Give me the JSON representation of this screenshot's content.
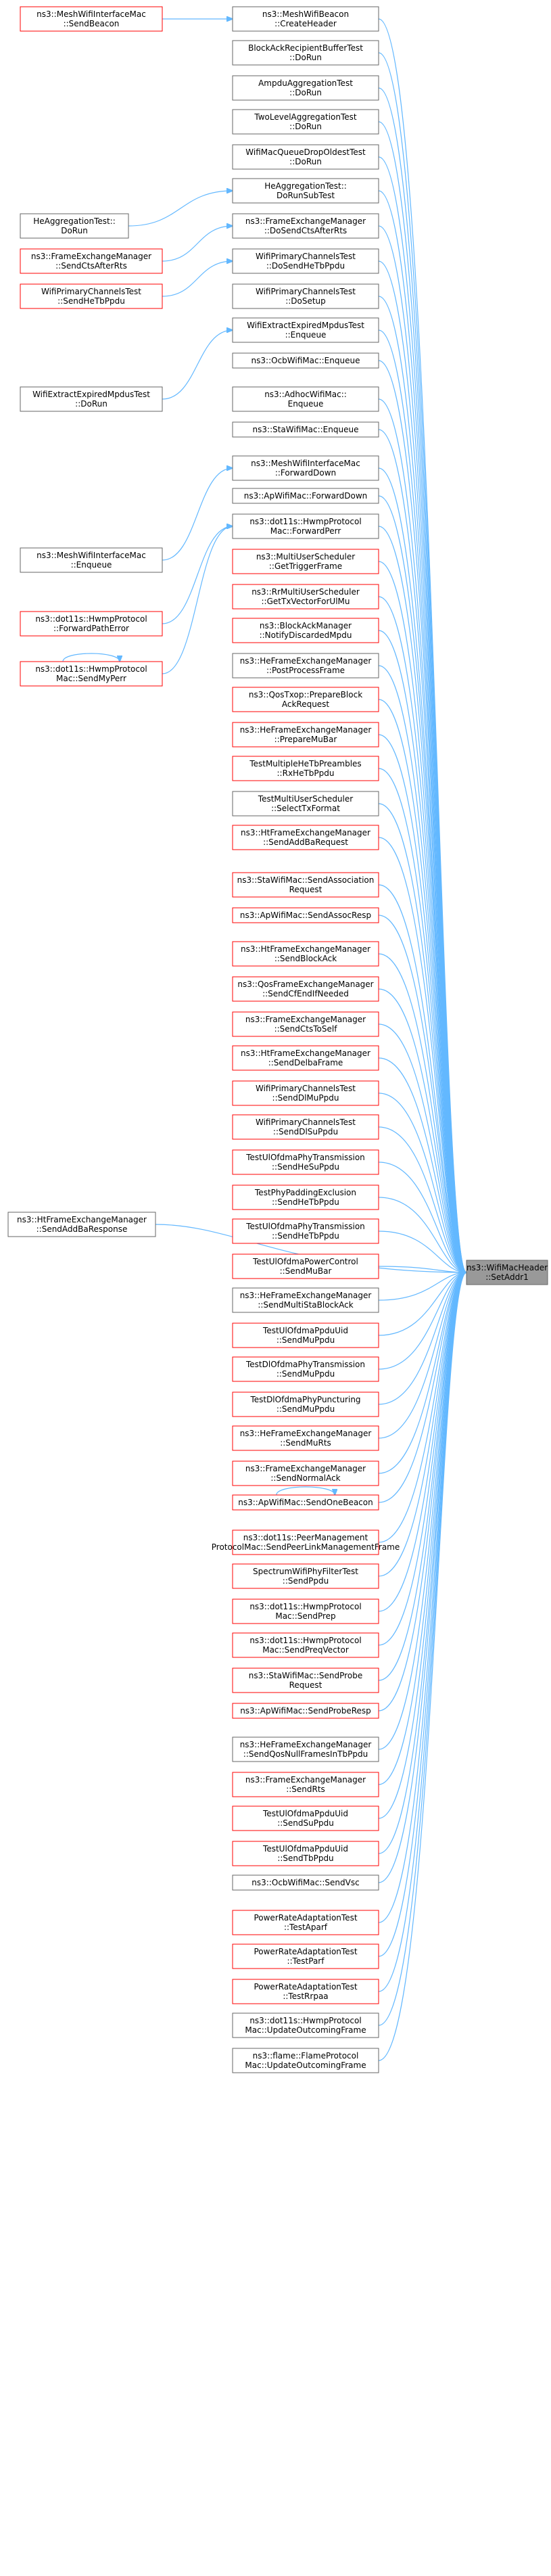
{
  "graph": {
    "target": {
      "id": "target",
      "lines": [
        "ns3::WifiMacHeader",
        "::SetAddr1"
      ]
    },
    "nodes": [
      {
        "id": "n1",
        "lines": [
          "ns3::MeshWifiBeacon",
          "::CreateHeader"
        ],
        "style": "normal"
      },
      {
        "id": "n2",
        "lines": [
          "BlockAckRecipientBufferTest",
          "::DoRun"
        ],
        "style": "normal"
      },
      {
        "id": "n3",
        "lines": [
          "AmpduAggregationTest",
          "::DoRun"
        ],
        "style": "normal"
      },
      {
        "id": "n4",
        "lines": [
          "TwoLevelAggregationTest",
          "::DoRun"
        ],
        "style": "normal"
      },
      {
        "id": "n5",
        "lines": [
          "WifiMacQueueDropOldestTest",
          "::DoRun"
        ],
        "style": "normal"
      },
      {
        "id": "n6",
        "lines": [
          "HeAggregationTest::",
          "DoRunSubTest"
        ],
        "style": "normal"
      },
      {
        "id": "n7",
        "lines": [
          "ns3::FrameExchangeManager",
          "::DoSendCtsAfterRts"
        ],
        "style": "normal"
      },
      {
        "id": "n8",
        "lines": [
          "WifiPrimaryChannelsTest",
          "::DoSendHeTbPpdu"
        ],
        "style": "normal"
      },
      {
        "id": "n9",
        "lines": [
          "WifiPrimaryChannelsTest",
          "::DoSetup"
        ],
        "style": "normal"
      },
      {
        "id": "n10",
        "lines": [
          "WifiExtractExpiredMpdusTest",
          "::Enqueue"
        ],
        "style": "normal"
      },
      {
        "id": "n11",
        "lines": [
          "ns3::OcbWifiMac::Enqueue"
        ],
        "style": "normal"
      },
      {
        "id": "n12",
        "lines": [
          "ns3::AdhocWifiMac::",
          "Enqueue"
        ],
        "style": "normal"
      },
      {
        "id": "n13",
        "lines": [
          "ns3::StaWifiMac::Enqueue"
        ],
        "style": "normal"
      },
      {
        "id": "n14",
        "lines": [
          "ns3::MeshWifiInterfaceMac",
          "::ForwardDown"
        ],
        "style": "normal"
      },
      {
        "id": "n15",
        "lines": [
          "ns3::ApWifiMac::ForwardDown"
        ],
        "style": "normal"
      },
      {
        "id": "n16",
        "lines": [
          "ns3::dot11s::HwmpProtocol",
          "Mac::ForwardPerr"
        ],
        "style": "normal"
      },
      {
        "id": "n17",
        "lines": [
          "ns3::MultiUserScheduler",
          "::GetTriggerFrame"
        ],
        "style": "red"
      },
      {
        "id": "n18",
        "lines": [
          "ns3::RrMultiUserScheduler",
          "::GetTxVectorForUlMu"
        ],
        "style": "red"
      },
      {
        "id": "n19",
        "lines": [
          "ns3::BlockAckManager",
          "::NotifyDiscardedMpdu"
        ],
        "style": "red"
      },
      {
        "id": "n20",
        "lines": [
          "ns3::HeFrameExchangeManager",
          "::PostProcessFrame"
        ],
        "style": "normal"
      },
      {
        "id": "n21",
        "lines": [
          "ns3::QosTxop::PrepareBlock",
          "AckRequest"
        ],
        "style": "red"
      },
      {
        "id": "n22",
        "lines": [
          "ns3::HeFrameExchangeManager",
          "::PrepareMuBar"
        ],
        "style": "red"
      },
      {
        "id": "n23",
        "lines": [
          "TestMultipleHeTbPreambles",
          "::RxHeTbPpdu"
        ],
        "style": "red"
      },
      {
        "id": "n24",
        "lines": [
          "TestMultiUserScheduler",
          "::SelectTxFormat"
        ],
        "style": "normal"
      },
      {
        "id": "n25",
        "lines": [
          "ns3::HtFrameExchangeManager",
          "::SendAddBaRequest"
        ],
        "style": "red"
      },
      {
        "id": "n26",
        "lines": [
          "ns3::StaWifiMac::SendAssociation",
          "Request"
        ],
        "style": "red"
      },
      {
        "id": "n27",
        "lines": [
          "ns3::ApWifiMac::SendAssocResp"
        ],
        "style": "red"
      },
      {
        "id": "n28",
        "lines": [
          "ns3::HtFrameExchangeManager",
          "::SendBlockAck"
        ],
        "style": "red"
      },
      {
        "id": "n29",
        "lines": [
          "ns3::QosFrameExchangeManager",
          "::SendCfEndIfNeeded"
        ],
        "style": "red"
      },
      {
        "id": "n30",
        "lines": [
          "ns3::FrameExchangeManager",
          "::SendCtsToSelf"
        ],
        "style": "red"
      },
      {
        "id": "n31",
        "lines": [
          "ns3::HtFrameExchangeManager",
          "::SendDelbaFrame"
        ],
        "style": "red"
      },
      {
        "id": "n32",
        "lines": [
          "WifiPrimaryChannelsTest",
          "::SendDlMuPpdu"
        ],
        "style": "red"
      },
      {
        "id": "n33",
        "lines": [
          "WifiPrimaryChannelsTest",
          "::SendDlSuPpdu"
        ],
        "style": "red"
      },
      {
        "id": "n34",
        "lines": [
          "TestUlOfdmaPhyTransmission",
          "::SendHeSuPpdu"
        ],
        "style": "red"
      },
      {
        "id": "n35",
        "lines": [
          "TestPhyPaddingExclusion",
          "::SendHeTbPpdu"
        ],
        "style": "red"
      },
      {
        "id": "n36",
        "lines": [
          "TestUlOfdmaPhyTransmission",
          "::SendHeTbPpdu"
        ],
        "style": "red"
      },
      {
        "id": "n37",
        "lines": [
          "TestUlOfdmaPowerControl",
          "::SendMuBar"
        ],
        "style": "red"
      },
      {
        "id": "n38",
        "lines": [
          "ns3::HeFrameExchangeManager",
          "::SendMultiStaBlockAck"
        ],
        "style": "normal"
      },
      {
        "id": "n39",
        "lines": [
          "TestUlOfdmaPpduUid",
          "::SendMuPpdu"
        ],
        "style": "red"
      },
      {
        "id": "n40",
        "lines": [
          "TestDlOfdmaPhyTransmission",
          "::SendMuPpdu"
        ],
        "style": "red"
      },
      {
        "id": "n41",
        "lines": [
          "TestDlOfdmaPhyPuncturing",
          "::SendMuPpdu"
        ],
        "style": "red"
      },
      {
        "id": "n42",
        "lines": [
          "ns3::HeFrameExchangeManager",
          "::SendMuRts"
        ],
        "style": "red"
      },
      {
        "id": "n43",
        "lines": [
          "ns3::FrameExchangeManager",
          "::SendNormalAck"
        ],
        "style": "red"
      },
      {
        "id": "n44",
        "lines": [
          "ns3::ApWifiMac::SendOneBeacon"
        ],
        "style": "red"
      },
      {
        "id": "n45",
        "lines": [
          "ns3::dot11s::PeerManagement",
          "ProtocolMac::SendPeerLinkManagementFrame"
        ],
        "style": "red"
      },
      {
        "id": "n46",
        "lines": [
          "SpectrumWifiPhyFilterTest",
          "::SendPpdu"
        ],
        "style": "red"
      },
      {
        "id": "n47",
        "lines": [
          "ns3::dot11s::HwmpProtocol",
          "Mac::SendPrep"
        ],
        "style": "red"
      },
      {
        "id": "n48",
        "lines": [
          "ns3::dot11s::HwmpProtocol",
          "Mac::SendPreqVector"
        ],
        "style": "red"
      },
      {
        "id": "n49",
        "lines": [
          "ns3::StaWifiMac::SendProbe",
          "Request"
        ],
        "style": "red"
      },
      {
        "id": "n50",
        "lines": [
          "ns3::ApWifiMac::SendProbeResp"
        ],
        "style": "red"
      },
      {
        "id": "n51",
        "lines": [
          "ns3::HeFrameExchangeManager",
          "::SendQosNullFramesInTbPpdu"
        ],
        "style": "normal"
      },
      {
        "id": "n52",
        "lines": [
          "ns3::FrameExchangeManager",
          "::SendRts"
        ],
        "style": "red"
      },
      {
        "id": "n53",
        "lines": [
          "TestUlOfdmaPpduUid",
          "::SendSuPpdu"
        ],
        "style": "red"
      },
      {
        "id": "n54",
        "lines": [
          "TestUlOfdmaPpduUid",
          "::SendTbPpdu"
        ],
        "style": "red"
      },
      {
        "id": "n55",
        "lines": [
          "ns3::OcbWifiMac::SendVsc"
        ],
        "style": "normal"
      },
      {
        "id": "n56",
        "lines": [
          "PowerRateAdaptationTest",
          "::TestAparf"
        ],
        "style": "red"
      },
      {
        "id": "n57",
        "lines": [
          "PowerRateAdaptationTest",
          "::TestParf"
        ],
        "style": "red"
      },
      {
        "id": "n58",
        "lines": [
          "PowerRateAdaptationTest",
          "::TestRrpaa"
        ],
        "style": "red"
      },
      {
        "id": "n59",
        "lines": [
          "ns3::dot11s::HwmpProtocol",
          "Mac::UpdateOutcomingFrame"
        ],
        "style": "normal"
      },
      {
        "id": "n60",
        "lines": [
          "ns3::flame::FlameProtocol",
          "Mac::UpdateOutcomingFrame"
        ],
        "style": "normal"
      }
    ],
    "callers": [
      {
        "id": "c1",
        "lines": [
          "ns3::MeshWifiInterfaceMac",
          "::SendBeacon"
        ],
        "style": "red"
      },
      {
        "id": "c2",
        "lines": [
          "HeAggregationTest::",
          "DoRun"
        ],
        "style": "normal"
      },
      {
        "id": "c3",
        "lines": [
          "ns3::FrameExchangeManager",
          "::SendCtsAfterRts"
        ],
        "style": "red"
      },
      {
        "id": "c4",
        "lines": [
          "WifiPrimaryChannelsTest",
          "::SendHeTbPpdu"
        ],
        "style": "red"
      },
      {
        "id": "c5",
        "lines": [
          "WifiExtractExpiredMpdusTest",
          "::DoRun"
        ],
        "style": "normal"
      },
      {
        "id": "c6",
        "lines": [
          "ns3::MeshWifiInterfaceMac",
          "::Enqueue"
        ],
        "style": "normal"
      },
      {
        "id": "c7",
        "lines": [
          "ns3::dot11s::HwmpProtocol",
          "::ForwardPathError"
        ],
        "style": "red"
      },
      {
        "id": "c8",
        "lines": [
          "ns3::dot11s::HwmpProtocol",
          "Mac::SendMyPerr"
        ],
        "style": "red"
      },
      {
        "id": "c9",
        "lines": [
          "ns3::HtFrameExchangeManager",
          "::SendAddBaResponse"
        ],
        "style": "normal"
      }
    ],
    "caller_edges": [
      [
        "c1",
        "n1"
      ],
      [
        "c2",
        "n6"
      ],
      [
        "c3",
        "n7"
      ],
      [
        "c4",
        "n8"
      ],
      [
        "c5",
        "n10"
      ],
      [
        "c6",
        "n14"
      ],
      [
        "c7",
        "n16"
      ],
      [
        "c8",
        "n16"
      ],
      [
        "c9",
        "target"
      ]
    ],
    "self_loops": [
      "c8",
      "n44"
    ],
    "colors": {
      "edge": "#63b8ff",
      "node_border": "#666666",
      "node_border_red": "#ff0000",
      "node_fill": "#ffffff",
      "target_fill": "#999999",
      "target_border": "#666666"
    }
  }
}
